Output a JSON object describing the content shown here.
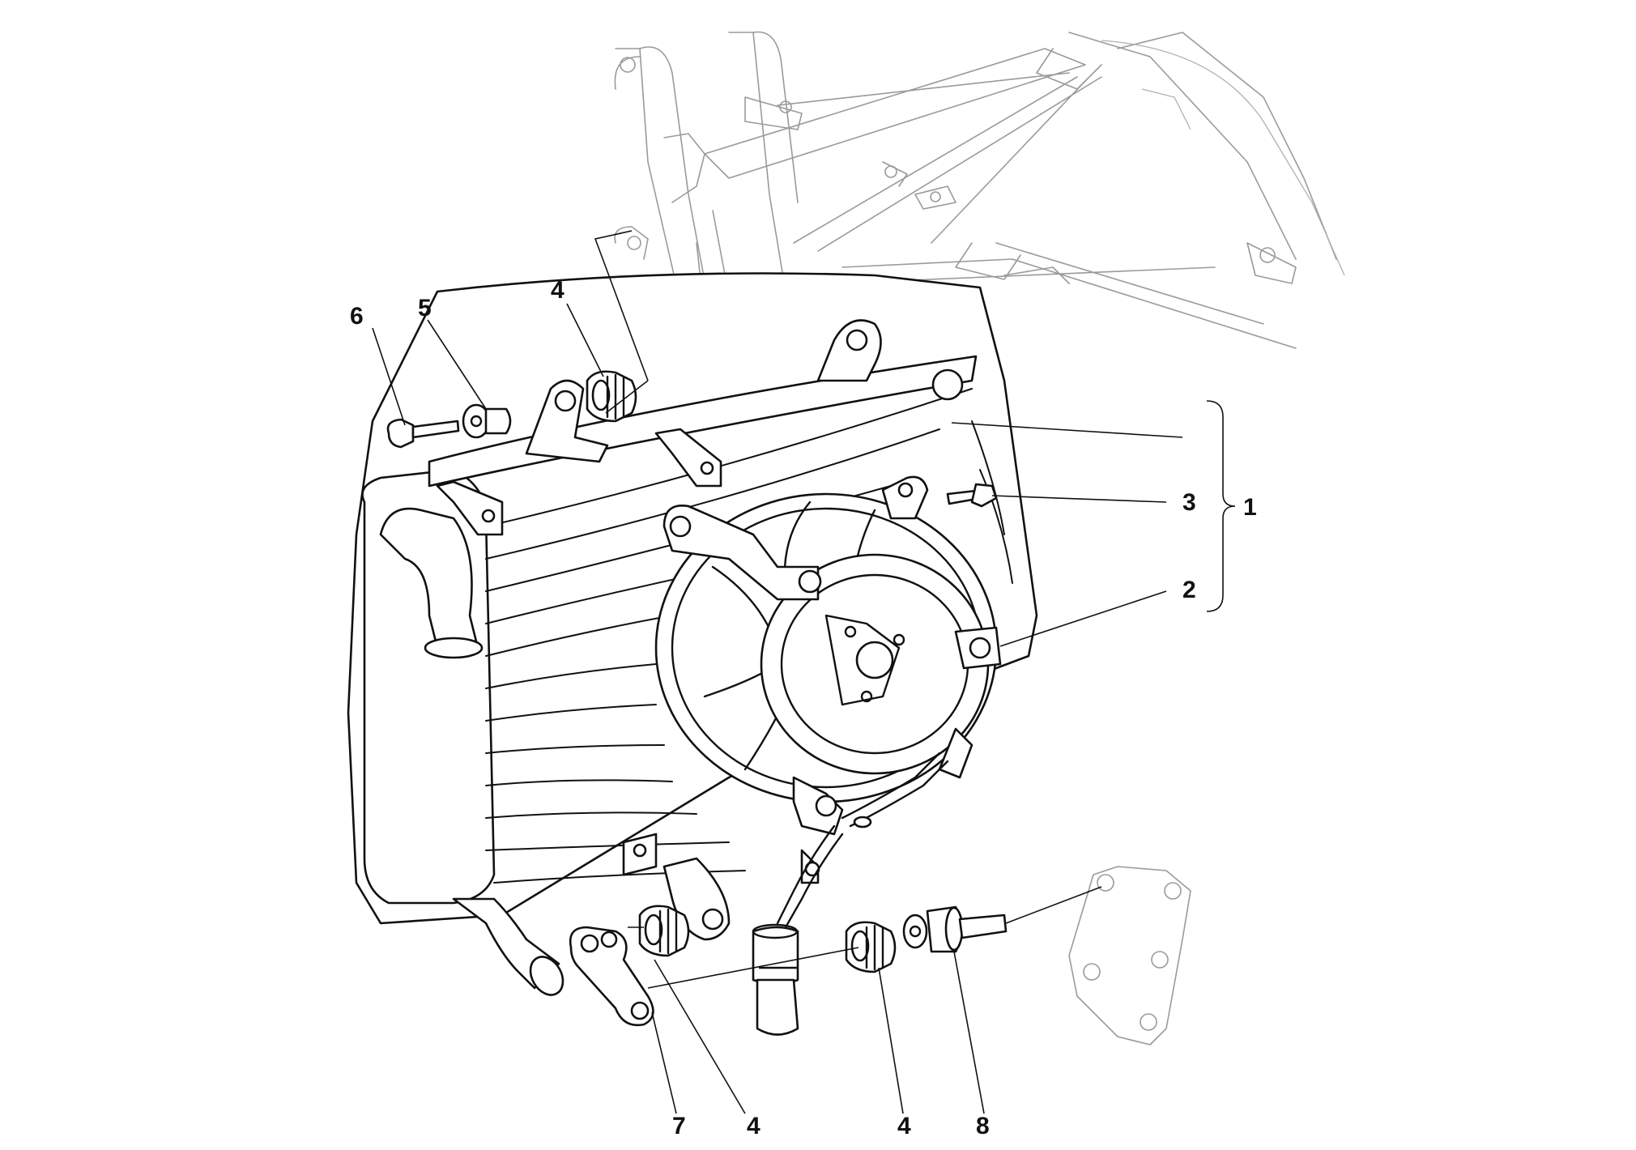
{
  "callouts": {
    "c1": "1",
    "c2": "2",
    "c3": "3",
    "c4_top": "4",
    "c5": "5",
    "c6": "6",
    "c7": "7",
    "c4_bottom_left": "4",
    "c4_bottom_right": "4",
    "c8": "8"
  },
  "colors": {
    "line": "#111111",
    "frame": "#9a9a9a",
    "background": "#ffffff"
  }
}
